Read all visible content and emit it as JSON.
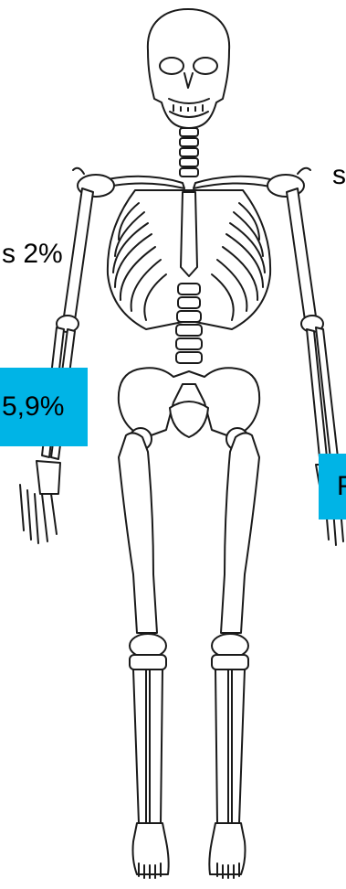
{
  "labels": {
    "left_upper": "s 2%",
    "left_highlight": "5,9%",
    "right_upper": "s",
    "right_highlight": "F"
  },
  "colors": {
    "highlight": "#00b4e6",
    "line": "#1a1a1a"
  }
}
